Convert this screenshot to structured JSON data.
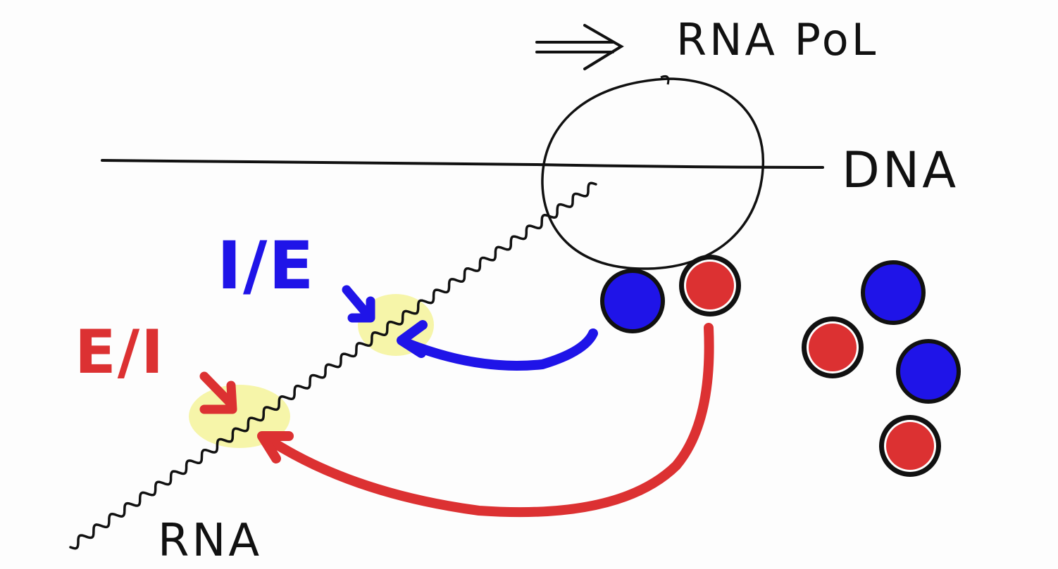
{
  "labels": {
    "rna_pol": "RNA PoL",
    "dna": "DNA",
    "rna": "RNA",
    "ie": "I/E",
    "ei": "E/I"
  },
  "colors": {
    "ink": "#111111",
    "blue": "#1f14e8",
    "red": "#dc3132",
    "highlight": "#f4f39a",
    "paper": "#fdfdfd"
  },
  "icons": {
    "direction": "double-arrow-right-icon"
  }
}
